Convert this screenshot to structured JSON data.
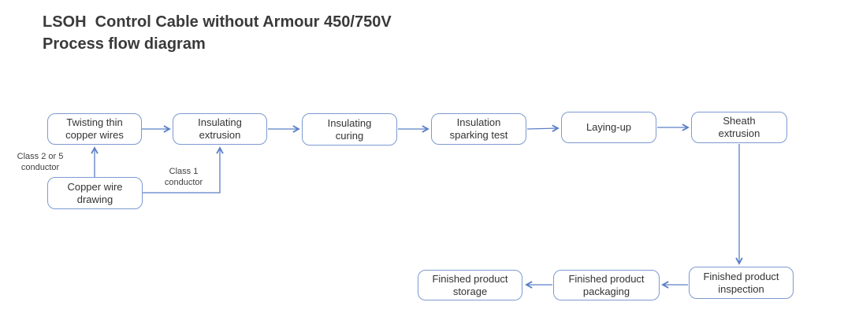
{
  "title": {
    "line1": "LSOH  Control Cable without Armour 450/750V",
    "line2": "Process flow diagram"
  },
  "colors": {
    "box_border": "#7d9ad1",
    "connector": "#5b7fc7",
    "title_text": "#3a3a3a",
    "box_text": "#333333",
    "background": "#ffffff"
  },
  "nodes": {
    "twisting": {
      "label": "Twisting thin copper wires"
    },
    "insulating_extrusion": {
      "label": "Insulating extrusion"
    },
    "insulating_curing": {
      "label": "Insulating curing"
    },
    "insulation_sparking_test": {
      "label": "Insulation sparking test"
    },
    "laying_up": {
      "label": "Laying-up"
    },
    "sheath_extrusion": {
      "label": "Sheath extrusion"
    },
    "copper_wire_drawing": {
      "label": "Copper wire drawing"
    },
    "finished_product_inspection": {
      "label": "Finished product inspection"
    },
    "finished_product_packaging": {
      "label": "Finished product packaging"
    },
    "finished_product_storage": {
      "label": "Finished product storage"
    }
  },
  "annotations": {
    "class_2_or_5": {
      "label": "Class 2 or 5 conductor"
    },
    "class_1": {
      "label": "Class 1 conductor"
    }
  }
}
